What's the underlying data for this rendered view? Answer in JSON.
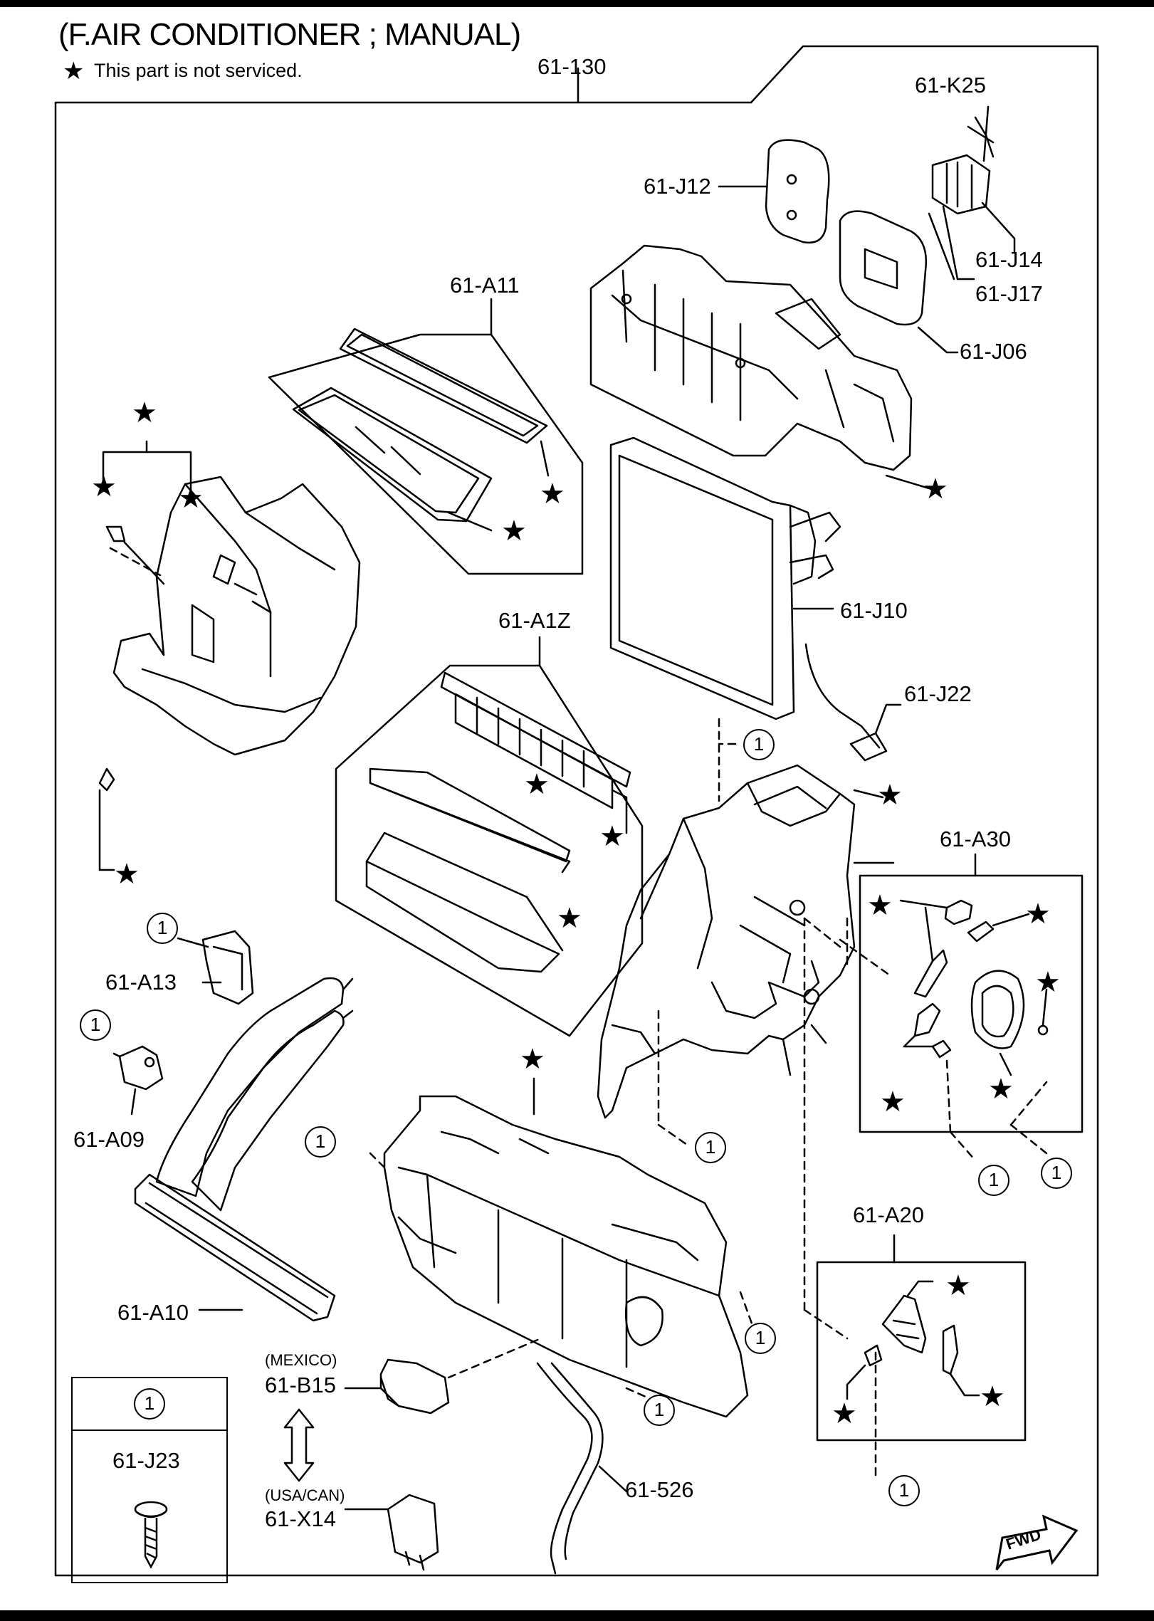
{
  "title": "(F.AIR CONDITIONER ; MANUAL)",
  "note": {
    "symbol": "★",
    "text": "This part is not serviced."
  },
  "ref_symbol": "1",
  "star_symbol": "★",
  "labels": {
    "p61_130": "61-130",
    "p61_K25": "61-K25",
    "p61_J12": "61-J12",
    "p61_J14": "61-J14",
    "p61_J17": "61-J17",
    "p61_J06": "61-J06",
    "p61_A11": "61-A11",
    "p61_J10": "61-J10",
    "p61_A1Z": "61-A1Z",
    "p61_J22": "61-J22",
    "p61_A30": "61-A30",
    "p61_A13": "61-A13",
    "p61_A09": "61-A09",
    "p61_A20": "61-A20",
    "p61_A10": "61-A10",
    "p61_B15": "61-B15",
    "p61_X14": "61-X14",
    "p61_526": "61-526",
    "p61_J23": "61-J23"
  },
  "region_labels": {
    "mexico": "(MEXICO)",
    "usa_can": "(USA/CAN)"
  },
  "fwd_label": "FWD",
  "colors": {
    "ink": "#000000",
    "paper": "#ffffff"
  }
}
